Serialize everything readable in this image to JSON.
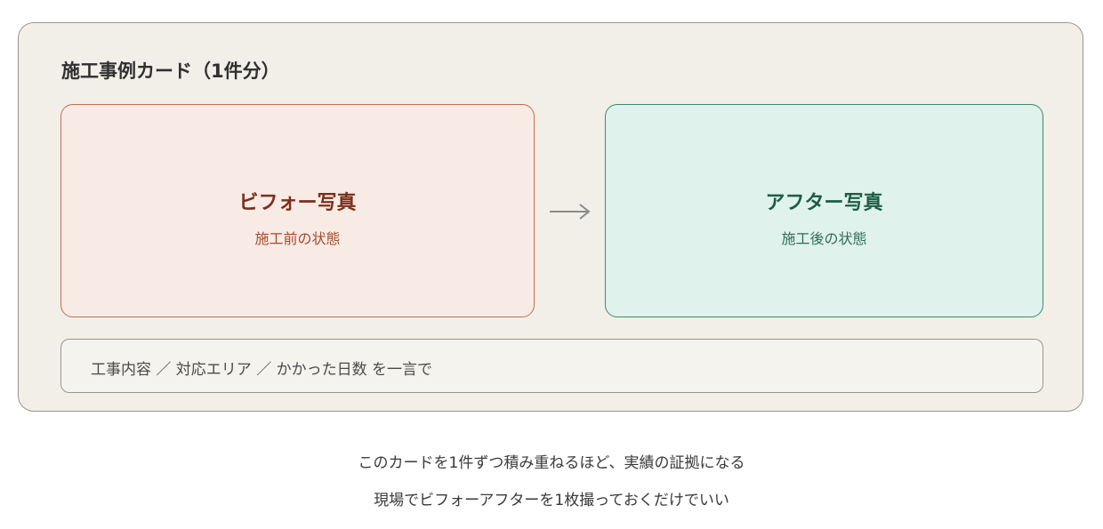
{
  "card": {
    "title": "施工事例カード（1件分）",
    "before": {
      "title": "ビフォー写真",
      "subtitle": "施工前の状態"
    },
    "after": {
      "title": "アフター写真",
      "subtitle": "施工後の状態"
    },
    "arrow_icon": "arrow-right-icon",
    "note": "工事内容 ／ 対応エリア ／ かかった日数 を一言で"
  },
  "captions": [
    "このカードを1件ずつ積み重ねるほど、実績の証拠になる",
    "現場でビフォーアフターを1枚撮っておくだけでいい"
  ],
  "colors": {
    "card_bg": "#f2efe8",
    "before_bg": "#f8ebe5",
    "before_border": "#c2704e",
    "before_title": "#7a2f1a",
    "after_bg": "#e0f2ec",
    "after_border": "#3c8a6d",
    "after_title": "#1d5d45",
    "arrow": "#8a8a8a"
  }
}
